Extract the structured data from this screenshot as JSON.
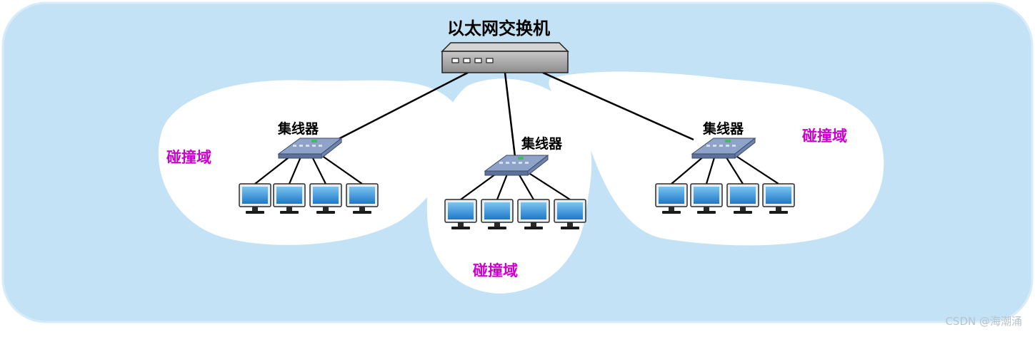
{
  "colors": {
    "background": "#c3e2f5",
    "cloud": "#ffffff",
    "collision_label": "#cc00cc",
    "cable": "#000000",
    "switch_body": "#a8a8a8",
    "hub_body": "#8aa0c4",
    "monitor_screen": "#2d8fd6"
  },
  "switch": {
    "label": "以太网交换机",
    "icon": "network-switch-icon"
  },
  "groups": [
    {
      "hub_label": "集线器",
      "domain_label": "碰撞域",
      "hub_icon": "hub-icon",
      "pc_icon": "computer-monitor-icon",
      "pc_count": 4
    },
    {
      "hub_label": "集线器",
      "domain_label": "碰撞域",
      "hub_icon": "hub-icon",
      "pc_icon": "computer-monitor-icon",
      "pc_count": 4
    },
    {
      "hub_label": "集线器",
      "domain_label": "碰撞域",
      "hub_icon": "hub-icon",
      "pc_icon": "computer-monitor-icon",
      "pc_count": 4
    }
  ],
  "watermark": "CSDN @海潮涌"
}
